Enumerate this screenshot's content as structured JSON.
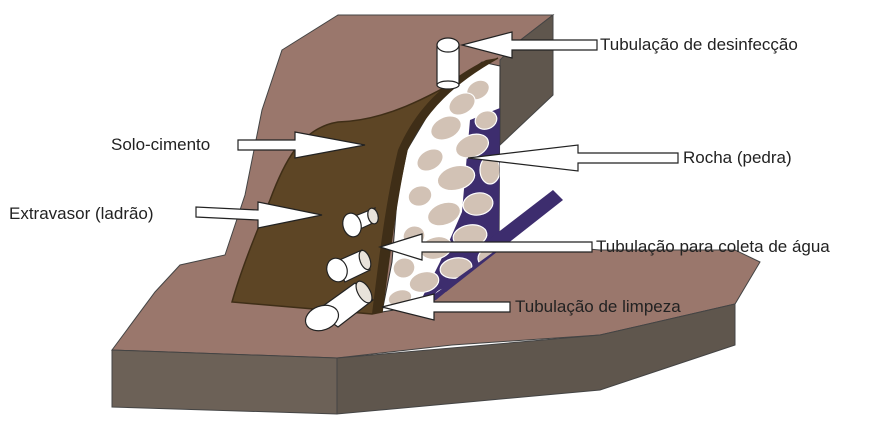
{
  "diagram": {
    "labels": {
      "desinfeccao": "Tubulação de desinfecção",
      "solo_cimento": "Solo-cimento",
      "rocha": "Rocha (pedra)",
      "extravasor": "Extravasor (ladrão)",
      "coleta": "Tubulação para coleta de água",
      "limpeza": "Tubulação de limpeza"
    },
    "colors": {
      "terrain_top": "#9a776c",
      "terrain_side": "#6c6157",
      "soil_cement_wall": "#5d4525",
      "soil_cement_edge": "#3f2e17",
      "stone": "#d2c2b5",
      "drainage_layer": "#3d2d6e",
      "pipe": "#ffffff",
      "arrow_fill": "#ffffff",
      "outline": "#222222"
    }
  }
}
